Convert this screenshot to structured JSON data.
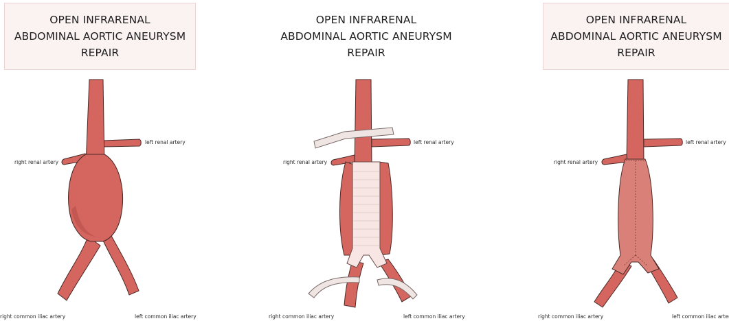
{
  "panels": [
    {
      "title": "OPEN INFRARENAL\nABDOMINAL AORTIC ANEURYSM\nREPAIR",
      "labels": {
        "left_renal": "left renal artery",
        "right_renal": "right renal artery",
        "right_iliac": "right common iliac artery",
        "left_iliac": "left common iliac artery"
      }
    },
    {
      "title": "OPEN INFRARENAL\nABDOMINAL AORTIC ANEURYSM\nREPAIR",
      "labels": {
        "left_renal": "left renal artery",
        "right_renal": "right renal artery",
        "right_iliac": "right common iliac artery",
        "left_iliac": "left common iliac artery"
      }
    },
    {
      "title": "OPEN INFRARENAL\nABDOMINAL AORTIC ANEURYSM\nREPAIR",
      "labels": {
        "left_renal": "left renal artery",
        "right_renal": "right renal artery",
        "right_iliac": "right common iliac artery",
        "left_iliac": "left common iliac artery"
      }
    }
  ],
  "colors": {
    "artery": "#d4665f",
    "artery_dark": "#b84d48",
    "outline": "#4a2a28",
    "graft": "#f7e6e4",
    "clamp": "#efe5e3",
    "title_bg": "#fbf2f2"
  }
}
